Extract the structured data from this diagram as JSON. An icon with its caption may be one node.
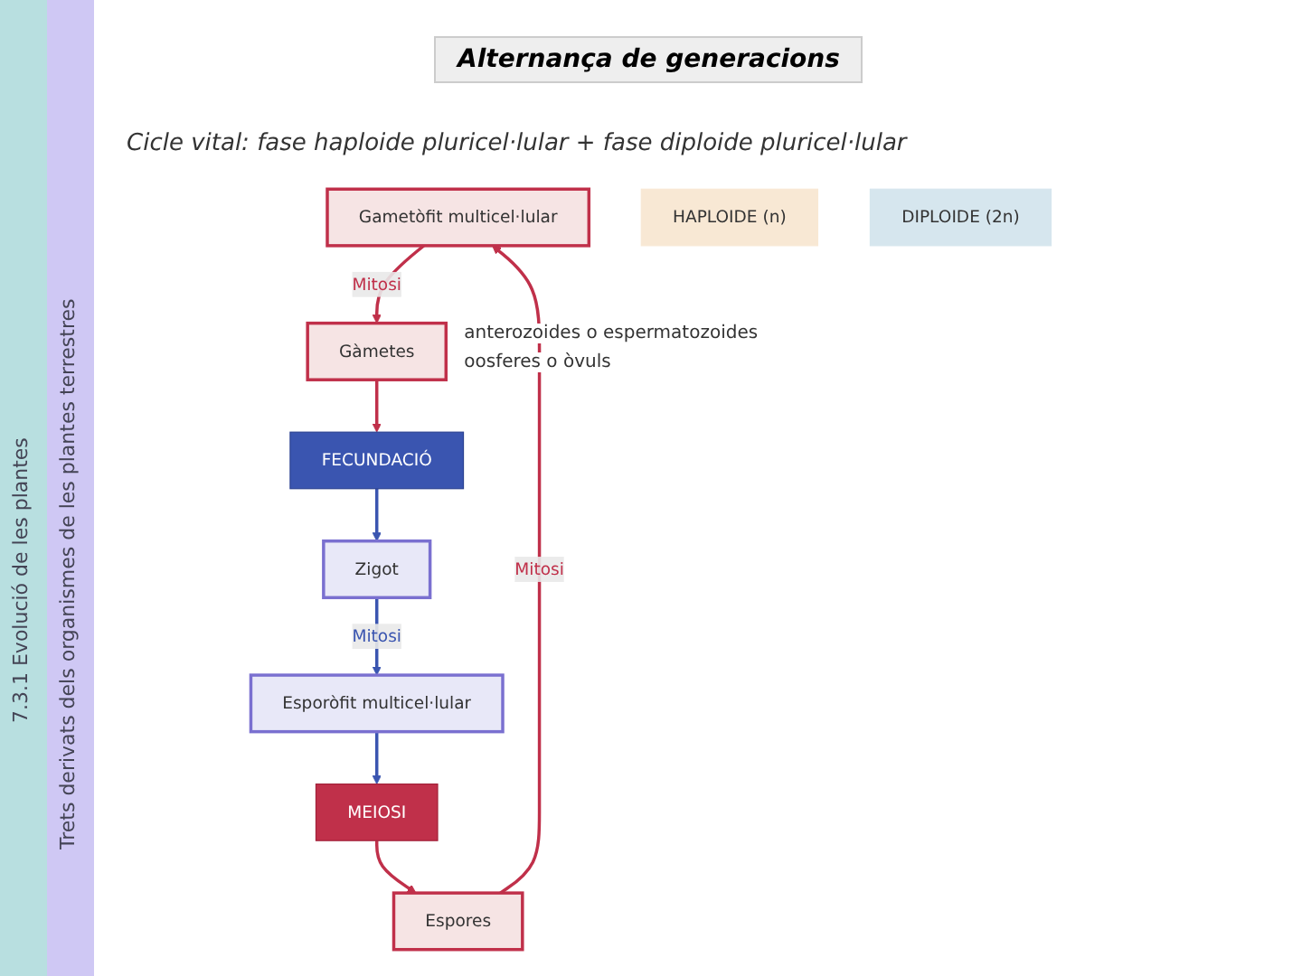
{
  "diagram": {
    "title": "Alternança de generacions",
    "nodes": [
      {
        "text": [
          "Gametòfit multicel·lular"
        ]
      },
      {
        "text": [
          "Gàmetes"
        ],
        "beside": [
          "anterozoides o espermatozoides",
          "oosferes o òvuls"
        ]
      },
      {
        "text": [
          "FECUNDACIÓ"
        ]
      },
      {
        "text": [
          "Zigot"
        ]
      },
      {
        "text": [
          "Esporòfit multicel·lular"
        ]
      },
      {
        "text": [
          "MEIOSI"
        ]
      },
      {
        "text": [
          "Espores"
        ]
      },
      {
        "text": [
          "HAPLOIDE (n)"
        ]
      },
      {
        "text": [
          "DIPLOIDE (2n)"
        ]
      }
    ],
    "edges": [
      {
        "from": 0,
        "to": 1,
        "arrow": "to",
        "label": "Mitosi"
      },
      {
        "from": 1,
        "to": 2,
        "arrow": "to"
      },
      {
        "from": 2,
        "to": 3,
        "arrow": "to",
        "color": "#3a55b0"
      },
      {
        "from": 3,
        "to": 4,
        "arrow": "to",
        "label": "Mitosi",
        "color": "#3a55b0"
      },
      {
        "from": 4,
        "to": 5,
        "arrow": "to",
        "color": "#3a55b0"
      },
      {
        "from": 5,
        "to": 6,
        "arrow": "to"
      },
      {
        "from": 6,
        "to": 0,
        "arrow": "to",
        "label": "Mitosi"
      }
    ],
    "labels": [
      "Cicle vital: fase haploide pluricel·lular + fase diploide pluricel·lular",
      "7.3.1 Evolució de les plantes",
      "Trets derivats dels organismes de les plantes terrestres"
    ]
  }
}
